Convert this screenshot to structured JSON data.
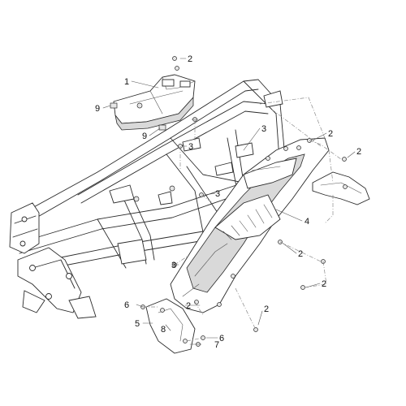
{
  "callouts": [
    {
      "id": "c-2a",
      "label": "2"
    },
    {
      "id": "c-1",
      "label": "1"
    },
    {
      "id": "c-9a",
      "label": "9"
    },
    {
      "id": "c-9b",
      "label": "9"
    },
    {
      "id": "c-3a",
      "label": "3"
    },
    {
      "id": "c-3b",
      "label": "3"
    },
    {
      "id": "c-2b",
      "label": "2"
    },
    {
      "id": "c-2c",
      "label": "2"
    },
    {
      "id": "c-3c",
      "label": "3"
    },
    {
      "id": "c-4",
      "label": "4"
    },
    {
      "id": "c-3d",
      "label": "3"
    },
    {
      "id": "c-2d",
      "label": "2"
    },
    {
      "id": "c-2e",
      "label": "2"
    },
    {
      "id": "c-6a",
      "label": "6"
    },
    {
      "id": "c-2f",
      "label": "2"
    },
    {
      "id": "c-2g",
      "label": "2"
    },
    {
      "id": "c-5",
      "label": "5"
    },
    {
      "id": "c-8",
      "label": "8"
    },
    {
      "id": "c-6b",
      "label": "6"
    },
    {
      "id": "c-7",
      "label": "7"
    }
  ],
  "parts": {
    "frame": "main-frame",
    "battery_box": "part-1",
    "rear_fender": "part-4",
    "lower_bracket": "part-8"
  }
}
